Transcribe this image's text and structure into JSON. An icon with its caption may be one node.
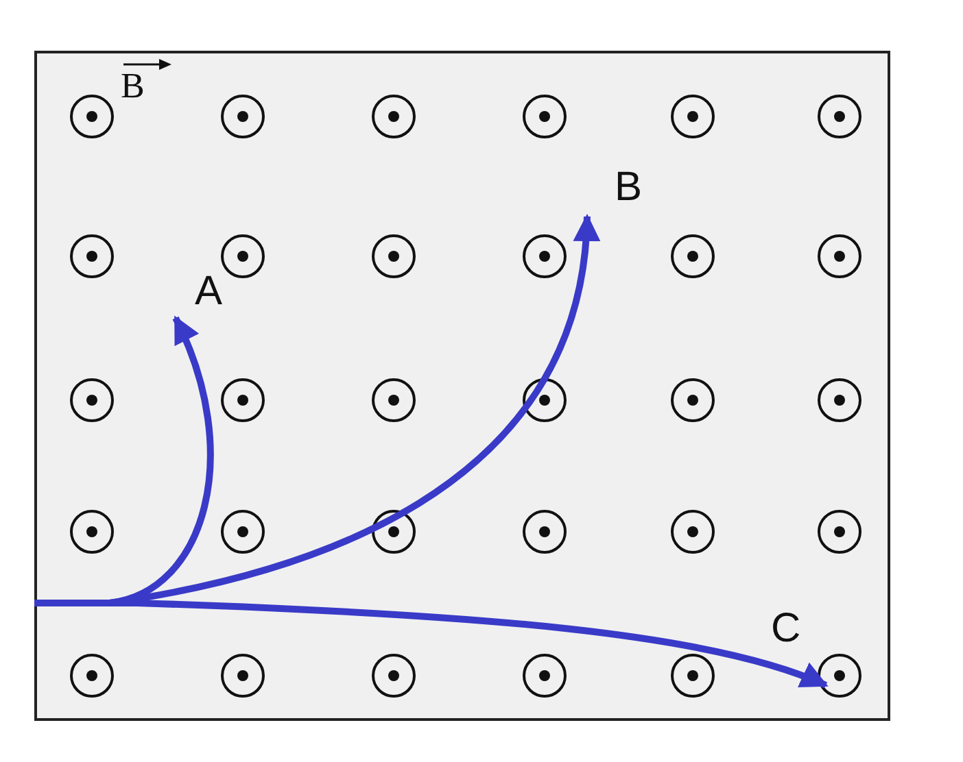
{
  "diagram": {
    "nodes": [
      {
        "text": [
          "A"
        ]
      },
      {
        "text": [
          "B"
        ]
      },
      {
        "text": [
          "C"
        ]
      }
    ],
    "edges": [
      {
        "from": null,
        "to": 0,
        "arrow": "to"
      },
      {
        "from": null,
        "to": 1,
        "arrow": "to"
      },
      {
        "from": null,
        "to": 2,
        "arrow": "to"
      }
    ],
    "labels": [
      "B"
    ]
  }
}
